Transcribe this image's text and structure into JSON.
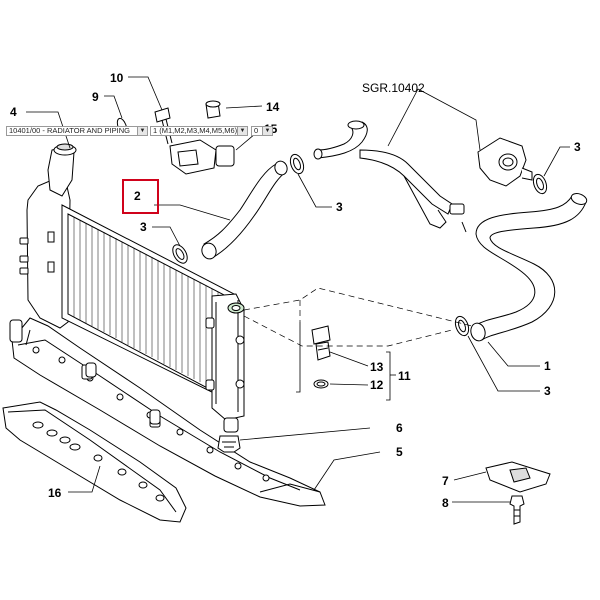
{
  "selectors": {
    "group": "10401/00 - RADIATOR AND PIPING",
    "variant": "1 (M1,M2,M3,M4,M5,M6)",
    "qty": "0"
  },
  "labels": {
    "sgr": "SGR.10402",
    "p1": "1",
    "p2": "2",
    "p3a": "3",
    "p3b": "3",
    "p3c": "3",
    "p3d": "3",
    "p4": "4",
    "p5": "5",
    "p6": "6",
    "p7": "7",
    "p8": "8",
    "p9": "9",
    "p10": "10",
    "p11": "11",
    "p12": "12",
    "p13": "13",
    "p14": "14",
    "p15": "15",
    "p16": "16"
  },
  "colors": {
    "highlight": "#d0021b",
    "line": "#000000"
  }
}
